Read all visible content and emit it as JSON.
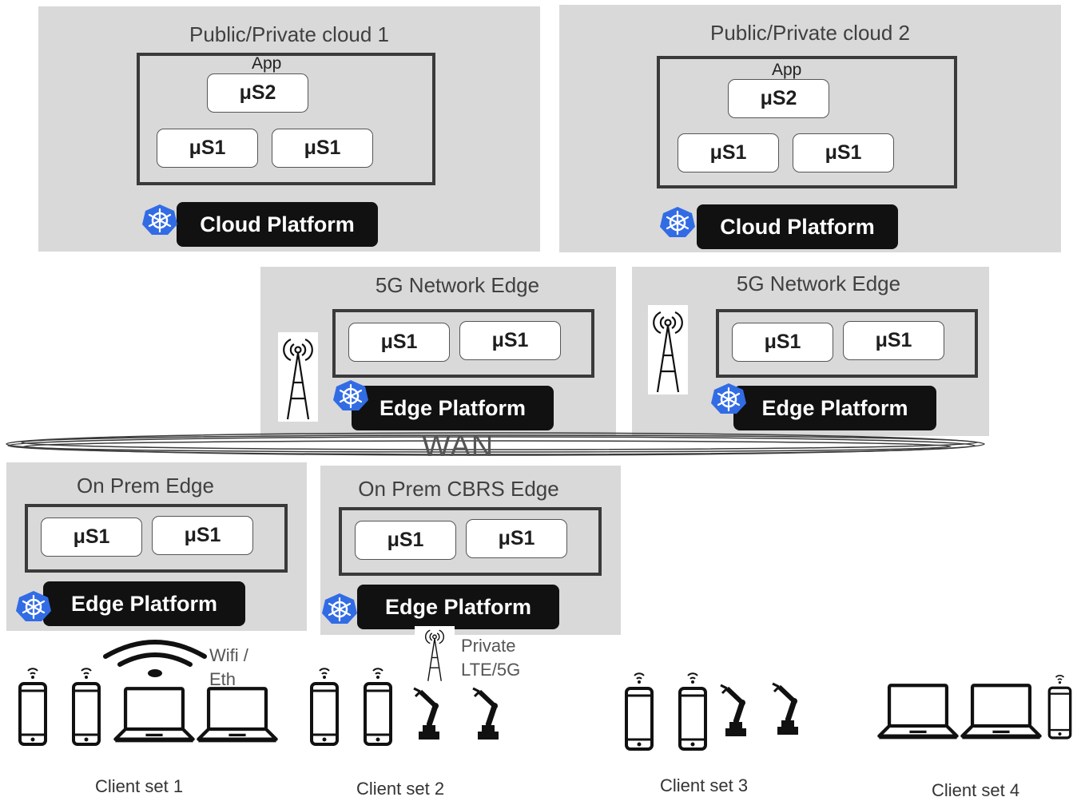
{
  "clouds": [
    {
      "title": "Public/Private cloud 1",
      "app_label": "App",
      "top_service": "μS2",
      "services": [
        "μS1",
        "μS1"
      ],
      "platform": "Cloud Platform"
    },
    {
      "title": "Public/Private cloud 2",
      "app_label": "App",
      "top_service": "μS2",
      "services": [
        "μS1",
        "μS1"
      ],
      "platform": "Cloud Platform"
    }
  ],
  "network_edges": [
    {
      "title": "5G Network  Edge",
      "services": [
        "μS1",
        "μS1"
      ],
      "platform": "Edge Platform"
    },
    {
      "title": "5G Network Edge",
      "services": [
        "μS1",
        "μS1"
      ],
      "platform": "Edge Platform"
    }
  ],
  "wan_label": "WAN",
  "onprem_edges": [
    {
      "title": "On Prem Edge",
      "services": [
        "μS1",
        "μS1"
      ],
      "platform": "Edge Platform"
    },
    {
      "title": "On Prem CBRS Edge",
      "services": [
        "μS1",
        "μS1"
      ],
      "platform": "Edge Platform"
    }
  ],
  "wifi_label": "Wifi / Eth",
  "private_label": "Private LTE/5G",
  "client_sets": [
    "Client set 1",
    "Client set 2",
    "Client set 3",
    "Client set 4"
  ],
  "icons": {
    "orchestrator": "kubernetes-icon",
    "tower": "cell-tower-icon",
    "wifi": "wifi-icon",
    "phone": "smartphone-icon",
    "laptop": "laptop-icon",
    "robot": "robot-arm-icon"
  },
  "colors": {
    "panel": "#d9d9d9",
    "platform": "#111111",
    "k8s_blue": "#326ce5"
  }
}
